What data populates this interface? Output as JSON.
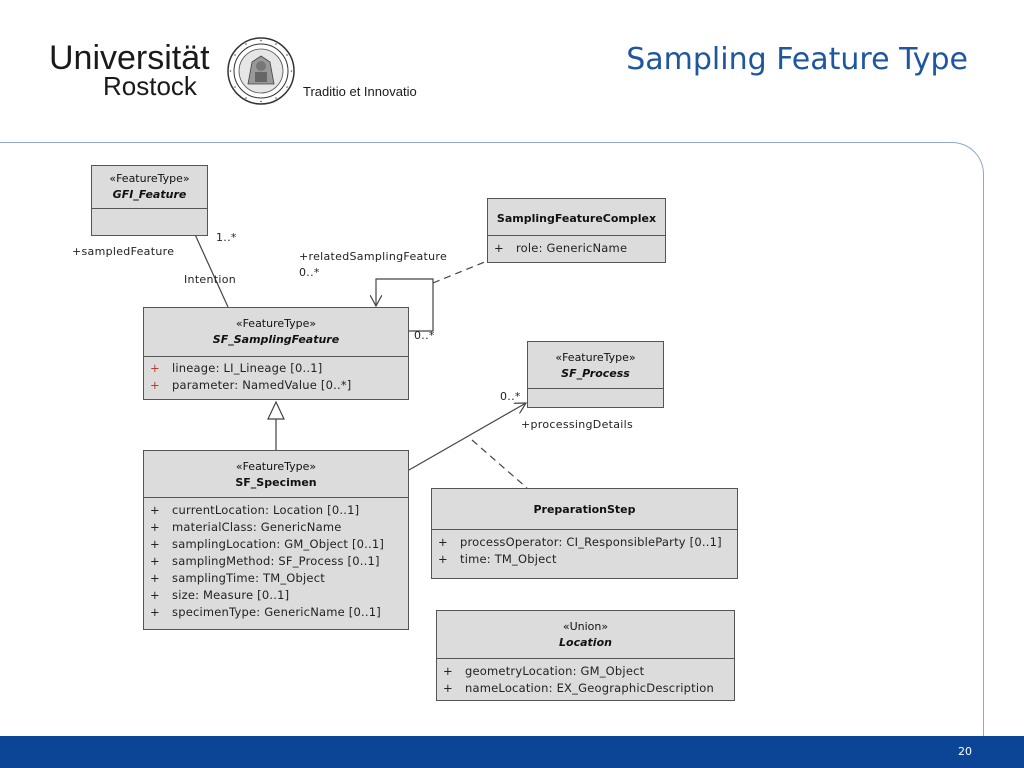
{
  "header": {
    "logo_line1": "Universität",
    "logo_line2": "Rostock",
    "tagline": "Traditio et Innovatio",
    "title": "Sampling Feature Type"
  },
  "footer": {
    "page_number": "20"
  },
  "diagram": {
    "classes": {
      "gfi": {
        "stereotype": "«FeatureType»",
        "name": "GFI_Feature"
      },
      "complex": {
        "name": "SamplingFeatureComplex",
        "attributes": [
          {
            "vis": "+",
            "text": "role: GenericName"
          }
        ]
      },
      "sampling": {
        "stereotype": "«FeatureType»",
        "name": "SF_SamplingFeature",
        "attributes": [
          {
            "vis": "+",
            "text": "lineage: LI_Lineage [0..1]"
          },
          {
            "vis": "+",
            "text": "parameter: NamedValue [0..*]"
          }
        ]
      },
      "process": {
        "stereotype": "«FeatureType»",
        "name": "SF_Process"
      },
      "specimen": {
        "stereotype": "«FeatureType»",
        "name": "SF_Specimen",
        "attributes": [
          {
            "vis": "+",
            "text": "currentLocation: Location [0..1]"
          },
          {
            "vis": "+",
            "text": "materialClass: GenericName"
          },
          {
            "vis": "+",
            "text": "samplingLocation: GM_Object [0..1]"
          },
          {
            "vis": "+",
            "text": "samplingMethod: SF_Process [0..1]"
          },
          {
            "vis": "+",
            "text": "samplingTime: TM_Object"
          },
          {
            "vis": "+",
            "text": "size: Measure [0..1]"
          },
          {
            "vis": "+",
            "text": "specimenType: GenericName [0..1]"
          }
        ]
      },
      "prep": {
        "name": "PreparationStep",
        "attributes": [
          {
            "vis": "+",
            "text": "processOperator: CI_ResponsibleParty [0..1]"
          },
          {
            "vis": "+",
            "text": "time: TM_Object"
          }
        ]
      },
      "location": {
        "stereotype": "«Union»",
        "name": "Location",
        "attributes": [
          {
            "vis": "+",
            "text": "geometryLocation: GM_Object"
          },
          {
            "vis": "+",
            "text": "nameLocation: EX_GeographicDescription"
          }
        ]
      }
    },
    "labels": {
      "mult_gfi": "1..*",
      "sampled_feature": "+sampledFeature",
      "intention": "Intention",
      "related_sampling_feature": "+relatedSamplingFeature",
      "mult_related": "0..*",
      "mult_self": "0..*",
      "mult_process": "0..*",
      "processing_details": "+processingDetails"
    }
  }
}
